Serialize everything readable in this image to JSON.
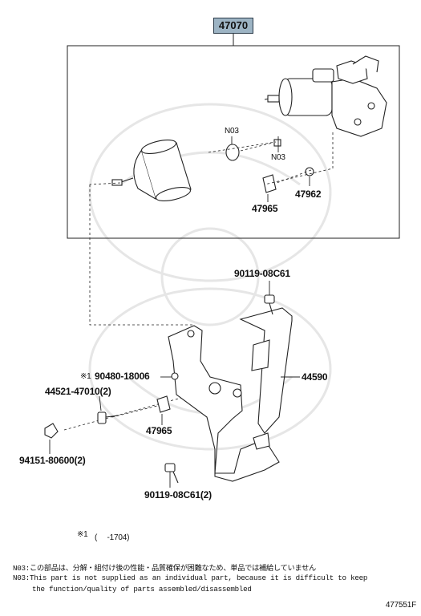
{
  "assembly": {
    "part_number": "47070"
  },
  "labels": {
    "n03_oring": "N03",
    "n03_plug": "N03",
    "p47962": "47962",
    "p47965_top": "47965",
    "p90119_top": "90119-08C61",
    "p44590": "44590",
    "p90480_mark": "※1",
    "p90480": "90480-18006",
    "p44521": "44521-47010(2)",
    "p47965_bottom": "47965",
    "p94151": "94151-80600(2)",
    "p90119_bottom": "90119-08C61(2)"
  },
  "footnote": {
    "mark": "※1",
    "text": "(　  -1704)"
  },
  "notes": {
    "line1_jp": "N03:この部品は、分解・組付け後の性能・品質確保が困難なため、単品では補給していません",
    "line2_en": "N03:This part is not supplied as an individual part, because it is difficult to keep",
    "line3_en": "the function/quality of parts assembled/disassembled"
  },
  "diagram_id": "477551F",
  "colors": {
    "badge_fill": "#9db4c4",
    "line": "#222222",
    "watermark": "#e6e6e6"
  }
}
